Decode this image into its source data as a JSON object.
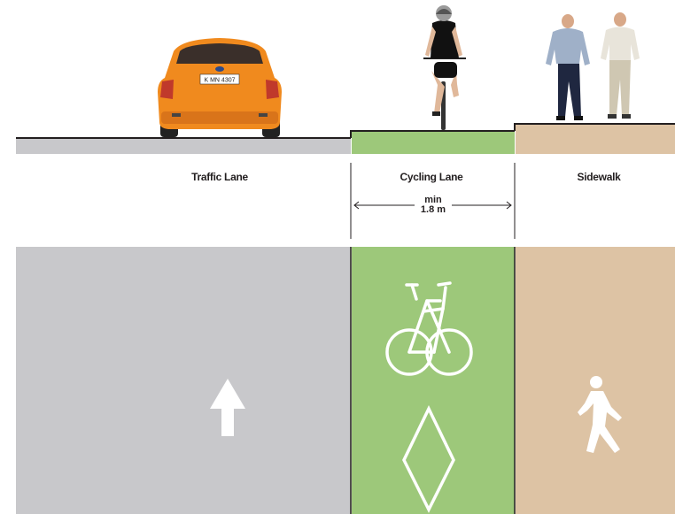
{
  "labels": {
    "traffic_lane": "Traffic Lane",
    "cycling_lane": "Cycling Lane",
    "sidewalk": "Sidewalk"
  },
  "dimension": {
    "line1": "min",
    "line2": "1.8 m"
  },
  "license_plate": "K MN 4307",
  "colors": {
    "road": "#c8c8cb",
    "cycle_lane": "#9dc87a",
    "sidewalk": "#ddc3a4",
    "car": "#f08a1e",
    "marking": "#ffffff",
    "line": "#231f20"
  },
  "icons": [
    "car",
    "cyclist",
    "pedestrians",
    "up-arrow-icon",
    "bicycle-icon",
    "diamond-icon",
    "pedestrian-icon"
  ]
}
